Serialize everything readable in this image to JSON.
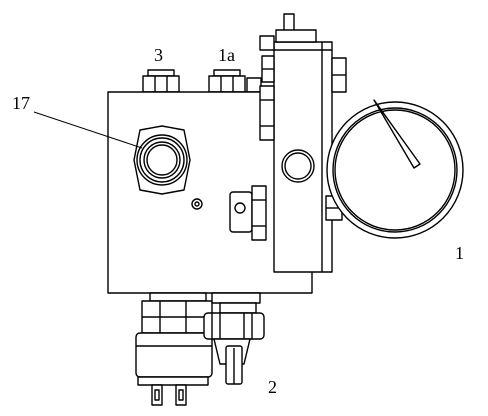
{
  "labels": {
    "l3": "3",
    "l1a": "1a",
    "l17": "17",
    "l1": "1",
    "l2": "2"
  },
  "colors": {
    "stroke": "#000000",
    "fill": "#ffffff"
  },
  "gauge_needle_fraction": 0.38
}
